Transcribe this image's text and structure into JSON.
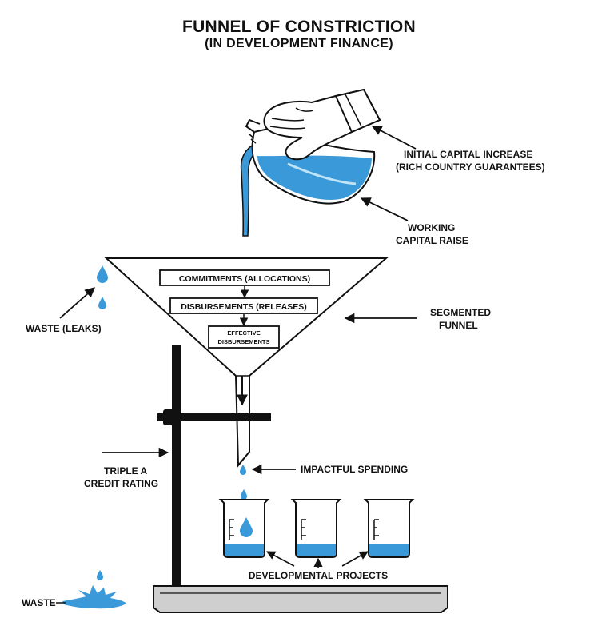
{
  "header": {
    "title": "FUNNEL OF CONSTRICTION",
    "subtitle": "(IN DEVELOPMENT FINANCE)"
  },
  "labels": {
    "capital_increase_1": "INITIAL CAPITAL INCREASE",
    "capital_increase_2": "(RICH COUNTRY GUARANTEES)",
    "working_capital_1": "WORKING",
    "working_capital_2": "CAPITAL RAISE",
    "waste_leaks": "WASTE (LEAKS)",
    "segmented_1": "SEGMENTED",
    "segmented_2": "FUNNEL",
    "triple_a_1": "TRIPLE A",
    "triple_a_2": "CREDIT RATING",
    "impactful": "IMPACTFUL SPENDING",
    "projects": "DEVELOPMENTAL PROJECTS",
    "waste": "WASTE"
  },
  "funnel_stages": {
    "stage1": "COMMITMENTS (ALLOCATIONS)",
    "stage2": "DISBURSEMENTS (RELEASES)",
    "stage3_line1": "EFFECTIVE",
    "stage3_line2": "DISBURSEMENTS"
  },
  "colors": {
    "liquid": "#3a9ad9",
    "liquid_light": "#5fb6ea",
    "outline": "#111111",
    "stand_base": "#cfcfcf"
  }
}
